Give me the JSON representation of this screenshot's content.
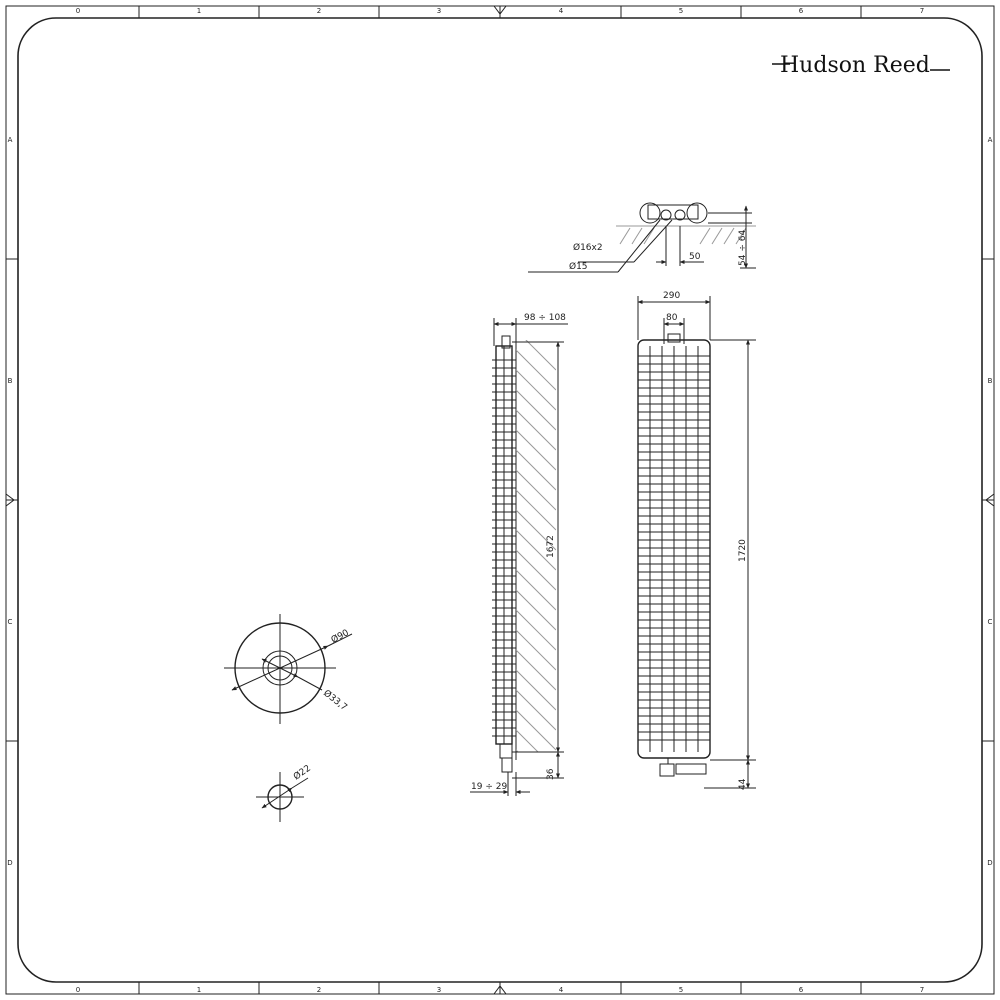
{
  "brand": {
    "logo_text": "Hudson Reed"
  },
  "frame": {
    "column_labels": [
      "0",
      "1",
      "2",
      "3",
      "4",
      "5",
      "6",
      "7"
    ],
    "row_labels": [
      "A",
      "B",
      "C",
      "D"
    ]
  },
  "top_view": {
    "pipe_label": "Ø16x2",
    "valve_label": "Ø15",
    "spacing_label": "50",
    "depth_label": "54 ÷ 64"
  },
  "side_view": {
    "depth_label": "98 ÷ 108",
    "height_label": "1672",
    "bottom_offset_label": "36",
    "pipe_offset_label": "19 ÷ 29"
  },
  "front_view": {
    "width_label": "290",
    "centre_label": "80",
    "height_label": "1720",
    "bottom_label": "44"
  },
  "details": {
    "large_circle_outer_label": "Ø90",
    "large_circle_inner_label": "Ø33,7",
    "small_circle_label": "Ø22"
  },
  "colors": {
    "line": "#222222",
    "hatch": "#9a9a9a",
    "background": "#ffffff"
  }
}
